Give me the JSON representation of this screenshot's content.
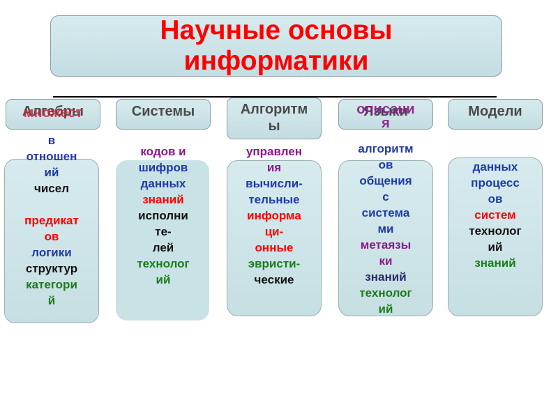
{
  "title": "Научные основы\nинформатики",
  "columns": [
    {
      "header": "Алгебры",
      "header_overlay": "множест",
      "lines": [
        {
          "text": "в",
          "color": "#1f3aa8"
        },
        {
          "text": "отношен",
          "color": "#1f3aa8"
        },
        {
          "text": "ий",
          "color": "#1f3aa8"
        },
        {
          "text": "чисел",
          "color": "#111111"
        },
        {
          "text": "",
          "color": "#111111"
        },
        {
          "text": "предикат",
          "color": "#ff0000"
        },
        {
          "text": "ов",
          "color": "#ff0000"
        },
        {
          "text": "логики",
          "color": "#1f3aa8"
        },
        {
          "text": "структур",
          "color": "#111111"
        },
        {
          "text": "категори",
          "color": "#1a7c1a"
        },
        {
          "text": "й",
          "color": "#1a7c1a"
        }
      ]
    },
    {
      "header": "Системы",
      "lines": [
        {
          "text": "кодов и",
          "color": "#8a1a8a"
        },
        {
          "text": "шифров",
          "color": "#1f3aa8"
        },
        {
          "text": "данных",
          "color": "#1f3aa8"
        },
        {
          "text": "знаний",
          "color": "#ff0000"
        },
        {
          "text": "исполни",
          "color": "#111111"
        },
        {
          "text": "те-",
          "color": "#111111"
        },
        {
          "text": "лей",
          "color": "#111111"
        },
        {
          "text": "технолог",
          "color": "#1a7c1a"
        },
        {
          "text": "ий",
          "color": "#1a7c1a"
        }
      ]
    },
    {
      "header": "Алгоритм\nы",
      "lines": [
        {
          "text": "управлен",
          "color": "#8a1a8a"
        },
        {
          "text": "ия",
          "color": "#8a1a8a"
        },
        {
          "text": "вычисли-",
          "color": "#1f3aa8"
        },
        {
          "text": "тельные",
          "color": "#1f3aa8"
        },
        {
          "text": "информа",
          "color": "#ff0000"
        },
        {
          "text": "ци-",
          "color": "#ff0000"
        },
        {
          "text": "онные",
          "color": "#ff0000"
        },
        {
          "text": "эвристи-",
          "color": "#1a7c1a"
        },
        {
          "text": "ческие",
          "color": "#111111"
        }
      ]
    },
    {
      "header": "Языки",
      "header_overlay": "описани\nя",
      "lines": [
        {
          "text": "алгоритм",
          "color": "#1f3aa8"
        },
        {
          "text": "ов",
          "color": "#1f3aa8"
        },
        {
          "text": "общения",
          "color": "#1f3aa8"
        },
        {
          "text": "с",
          "color": "#1f3aa8"
        },
        {
          "text": "система",
          "color": "#1f3aa8"
        },
        {
          "text": "ми",
          "color": "#1f3aa8"
        },
        {
          "text": "метаязы",
          "color": "#8a1a8a"
        },
        {
          "text": "ки",
          "color": "#8a1a8a"
        },
        {
          "text": "знаний",
          "color": "#2a2a6a"
        },
        {
          "text": "технолог",
          "color": "#1a7c1a"
        },
        {
          "text": "ий",
          "color": "#1a7c1a"
        }
      ]
    },
    {
      "header": "Модели",
      "lines": [
        {
          "text": "данных",
          "color": "#1f3aa8"
        },
        {
          "text": "процесс",
          "color": "#1f3aa8"
        },
        {
          "text": "ов",
          "color": "#1f3aa8"
        },
        {
          "text": "систем",
          "color": "#ff0000"
        },
        {
          "text": "технолог",
          "color": "#111111"
        },
        {
          "text": "ий",
          "color": "#111111"
        },
        {
          "text": "знаний",
          "color": "#1a7c1a"
        }
      ]
    }
  ]
}
